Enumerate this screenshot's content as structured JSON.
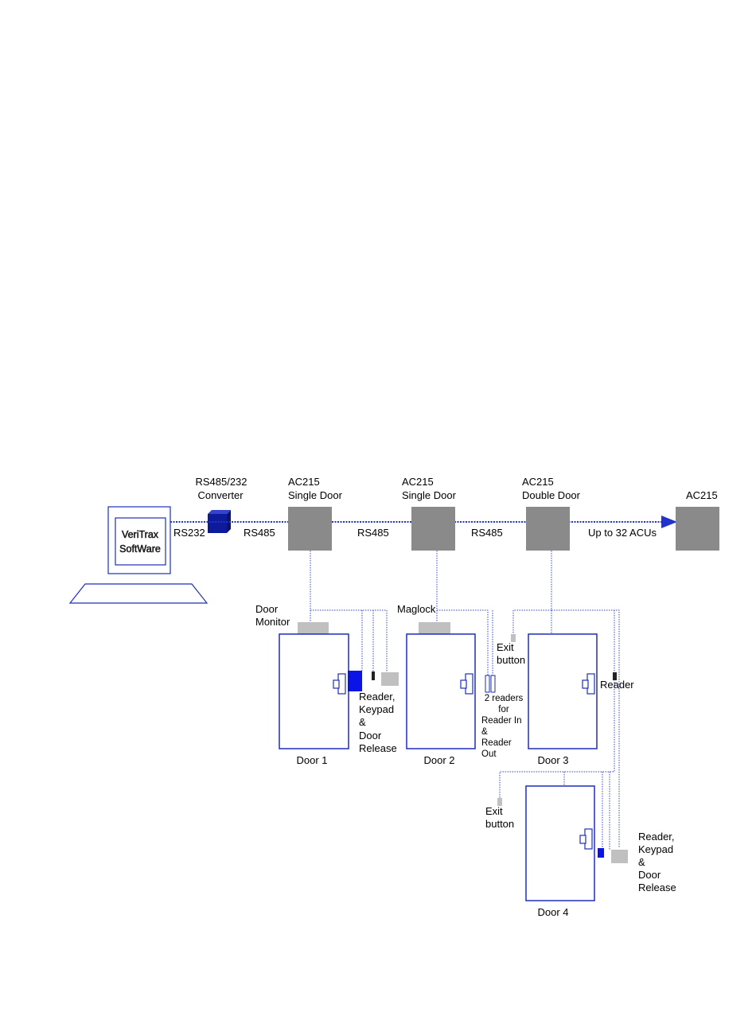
{
  "software": {
    "line1": "VeriTrax",
    "line2": "SoftWare"
  },
  "converter": {
    "line1": "RS485/232",
    "line2": "Converter"
  },
  "links": {
    "rs232": "RS232",
    "rs485_a": "RS485",
    "rs485_b": "RS485",
    "rs485_c": "RS485",
    "up_to": "Up to 32 ACUs"
  },
  "controllers": [
    {
      "line1": "AC215",
      "line2": "Single Door"
    },
    {
      "line1": "AC215",
      "line2": "Single Door"
    },
    {
      "line1": "AC215",
      "line2": "Double Door"
    },
    {
      "line1": "AC215",
      "line2": ""
    }
  ],
  "doors": [
    "Door 1",
    "Door 2",
    "Door 3",
    "Door 4"
  ],
  "annotations": {
    "door_monitor": [
      "Door",
      "Monitor"
    ],
    "maglock": "Maglock",
    "reader_keypad_1": [
      "Reader,",
      "Keypad",
      "&",
      "Door",
      "Release"
    ],
    "two_readers": [
      "2 readers",
      "for",
      "Reader In",
      "&",
      "Reader",
      "Out"
    ],
    "exit_button_1": [
      "Exit",
      "button"
    ],
    "reader": "Reader",
    "exit_button_2": [
      "Exit",
      "button"
    ],
    "reader_keypad_2": [
      "Reader,",
      "Keypad",
      "&",
      "Door",
      "Release"
    ]
  },
  "colors": {
    "bus": "#2233cc",
    "wire": "#3344cc",
    "outline": "#1f2fb8",
    "controller": "#8a8a8a",
    "device_gray": "#c0c0c0",
    "reader_blue": "#0a14e6",
    "converter": "#0d1a9a"
  }
}
